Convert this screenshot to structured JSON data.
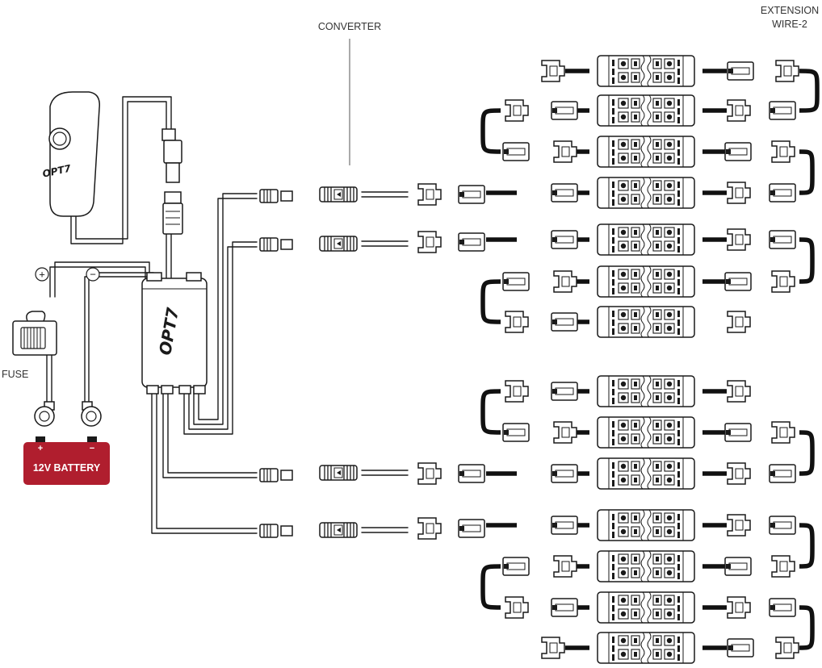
{
  "labels": {
    "converter": "CONVERTER",
    "extension_line1": "EXTENSION",
    "extension_line2": "WIRE-2",
    "fuse": "FUSE",
    "battery": "12V BATTERY",
    "battery_plus": "+",
    "battery_minus": "−",
    "positive_symbol": "+",
    "negative_symbol": "−",
    "brand_remote": "OPT7",
    "brand_controller": "OPT7"
  },
  "colors": {
    "battery": "#b01e2e",
    "ink": "#1a1a1a",
    "label": "#333333"
  },
  "icons": {
    "remote": "dial-remote-icon",
    "controller": "control-box-icon",
    "fuse": "inline-fuse-icon",
    "ring_terminal": "ring-terminal-icon",
    "converter": "converter-connector-icon",
    "pod": "led-pod-icon"
  }
}
